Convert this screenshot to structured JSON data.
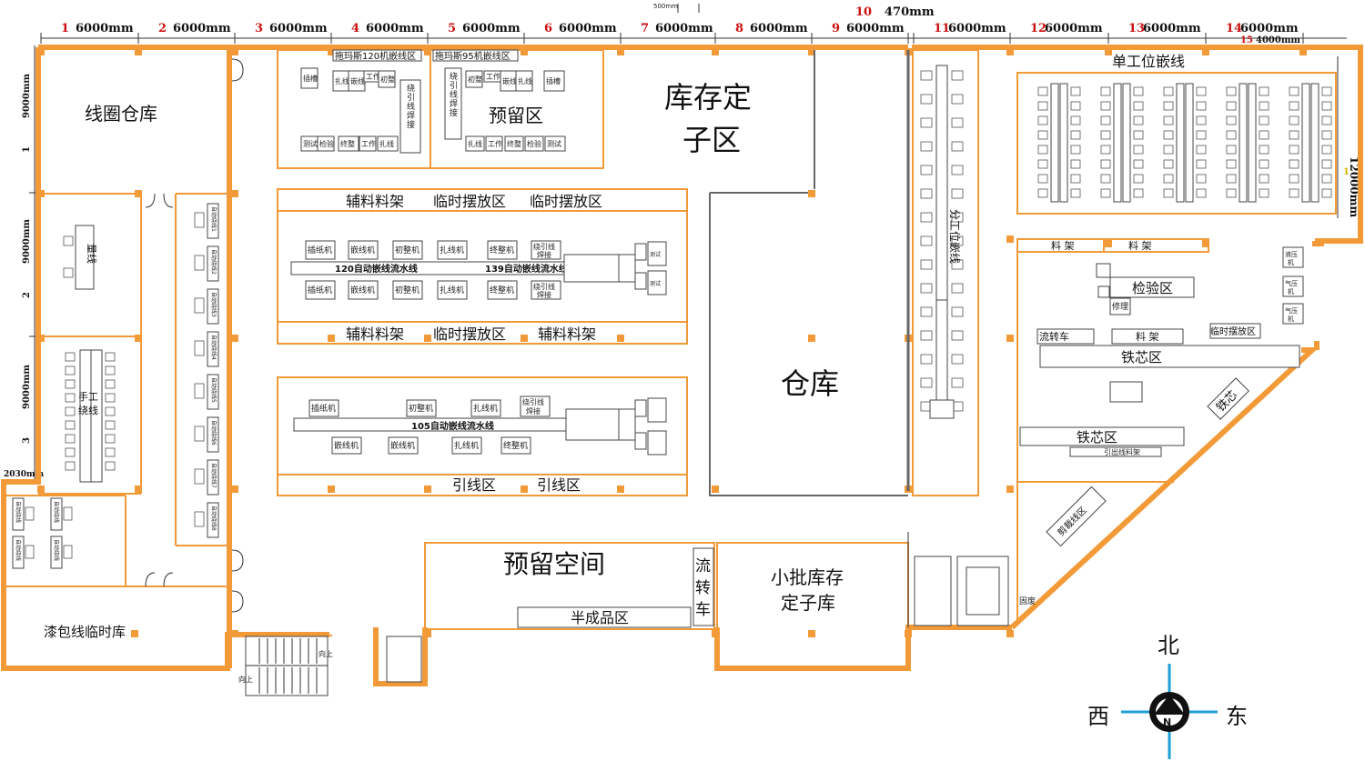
{
  "dimensions": {
    "top": [
      {
        "n": "1",
        "v": "6000mm"
      },
      {
        "n": "2",
        "v": "6000mm"
      },
      {
        "n": "3",
        "v": "6000mm"
      },
      {
        "n": "4",
        "v": "6000mm"
      },
      {
        "n": "5",
        "v": "6000mm"
      },
      {
        "n": "6",
        "v": "6000mm"
      },
      {
        "n": "7",
        "v": "6000mm"
      },
      {
        "n": "8",
        "v": "6000mm"
      },
      {
        "n": "9",
        "v": "6000mm"
      },
      {
        "n": "11",
        "v": "6000mm"
      },
      {
        "n": "12",
        "v": "6000mm"
      },
      {
        "n": "13",
        "v": "6000mm"
      },
      {
        "n": "14",
        "v": "6000mm"
      }
    ],
    "col10_num": "10",
    "col10_val": "470mm",
    "col15_num": "15",
    "col15_val": "4000mm",
    "small_gap": "500mm",
    "left": [
      {
        "n": "1",
        "v": "9000mm"
      },
      {
        "n": "2",
        "v": "9000mm"
      },
      {
        "n": "3",
        "v": "9000mm"
      }
    ],
    "left_extra": "2030mm",
    "right_num": "1",
    "right_val": "12000mm"
  },
  "areas": {
    "coil_warehouse": "线圈仓库",
    "measure_line": "量线",
    "manual_winding": "手工绕线",
    "varnish_temp": "漆包线临时库",
    "tomas120": "拖玛斯120机嵌线区",
    "tomas95": "拖玛斯95机嵌线区",
    "reserved": "预留区",
    "stock_stator": "库存定\n子区",
    "warehouse": "仓库",
    "split_station": "分工位嵌线",
    "single_station": "单工位嵌线",
    "aux_rack": "辅料料架",
    "temp_area": "临时摆放区",
    "line120": "120自动嵌线流水线",
    "line139": "139自动嵌线流水线",
    "line105": "105自动嵌线流水线",
    "lead_area": "引线区",
    "reserved_space": "预留空间",
    "semi_product": "半成品区",
    "transfer_cart_v": "流转车",
    "small_batch": "小批库存\n定子库",
    "rack": "料 架",
    "inspection": "检验区",
    "repair": "修理",
    "transfer_cart": "流转车",
    "core_area": "铁芯区",
    "core_diag": "铁芯",
    "lead_rack": "引出线料架",
    "cut_area": "剪\n裁\n线\n区",
    "waste": "固废",
    "hydraulic": "液压\n机",
    "pneumatic": "气压\n机",
    "up1": "向上",
    "up2": "向上"
  },
  "machines": {
    "insert_slot": "插槽\n机",
    "winding": "嵌线\n机",
    "tie": "扎线\n机",
    "workbench": "工作台",
    "pre_shape": "初整",
    "test": "测试",
    "inspect": "检验",
    "final_shape": "终整",
    "tie_line": "扎线",
    "lead_weld": "绕\n引\n线\n焊\n接",
    "paper_insert": "插纸机",
    "winder": "嵌线机",
    "pre_shaper": "初整机",
    "tier": "扎线机",
    "final_shaper": "终整机",
    "lead_welder": "绕引线\n焊接",
    "test2": "测试",
    "auto_winding": "自动绕线"
  },
  "compass": {
    "north": "北",
    "south_marker": "N",
    "west": "西",
    "east": "东"
  }
}
